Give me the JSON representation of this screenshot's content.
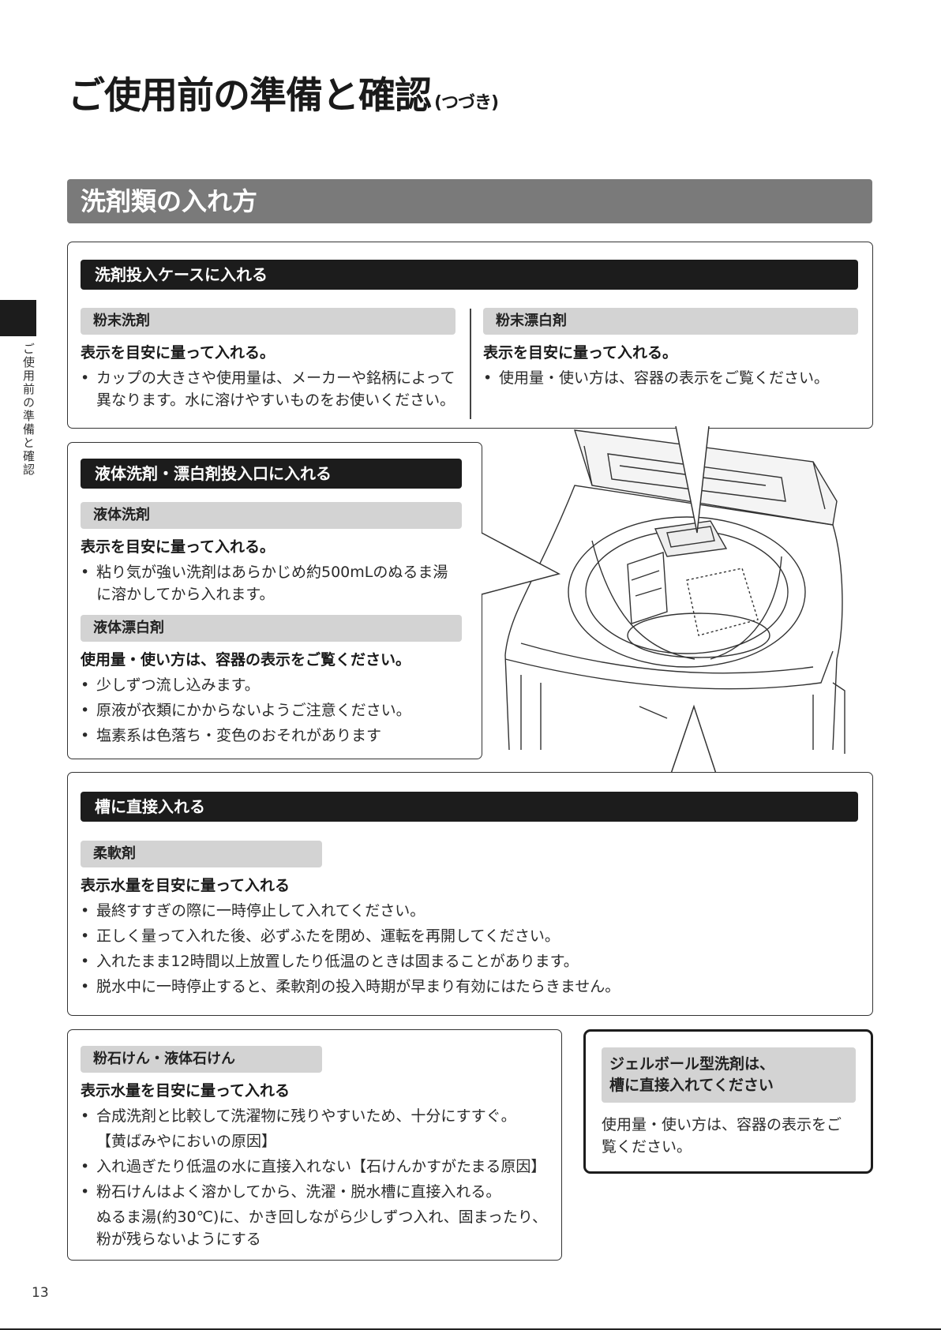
{
  "page": {
    "title": "ご使用前の準備と確認",
    "title_suffix": "(つづき)",
    "section": "洗剤類の入れ方",
    "side_label": "ご使用前の準備と確認",
    "page_number": "13"
  },
  "case_box": {
    "header": "洗剤投入ケースに入れる",
    "powder_detergent": {
      "label": "粉末洗剤",
      "lead": "表示を目安に量って入れる。",
      "bullets": [
        "カップの大きさや使用量は、メーカーや銘柄によって異なります。水に溶けやすいものをお使いください。"
      ]
    },
    "powder_bleach": {
      "label": "粉末漂白剤",
      "lead": "表示を目安に量って入れる。",
      "bullets": [
        "使用量・使い方は、容器の表示をご覧ください。"
      ]
    }
  },
  "liquid_box": {
    "header": "液体洗剤・漂白剤投入口に入れる",
    "liquid_detergent": {
      "label": "液体洗剤",
      "lead": "表示を目安に量って入れる。",
      "bullets": [
        "粘り気が強い洗剤はあらかじめ約500mLのぬるま湯に溶かしてから入れます。"
      ]
    },
    "liquid_bleach": {
      "label": "液体漂白剤",
      "lead": "使用量・使い方は、容器の表示をご覧ください。",
      "bullets": [
        "少しずつ流し込みます。",
        "原液が衣類にかからないようご注意ください。",
        "塩素系は色落ち・変色のおそれがあります"
      ]
    }
  },
  "tub_box": {
    "header": "槽に直接入れる",
    "softener": {
      "label": "柔軟剤",
      "lead": "表示水量を目安に量って入れる",
      "bullets": [
        "最終すすぎの際に一時停止して入れてください。",
        "正しく量って入れた後、必ずふたを閉め、運転を再開してください。",
        "入れたまま12時間以上放置したり低温のときは固まることがあります。",
        "脱水中に一時停止すると、柔軟剤の投入時期が早まり有効にはたらきません。"
      ]
    }
  },
  "soap_box": {
    "label": "粉石けん・液体石けん",
    "lead": "表示水量を目安に量って入れる",
    "bullet1": "合成洗剤と比較して洗濯物に残りやすいため、十分にすすぐ。",
    "bullet1_cont": "【黄ばみやにおいの原因】",
    "bullet2": "入れ過ぎたり低温の水に直接入れない【石けんかすがたまる原因】",
    "bullet3": "粉石けんはよく溶かしてから、洗濯・脱水槽に直接入れる。",
    "bullet3_cont": "ぬるま湯(約30℃)に、かき回しながら少しずつ入れ、固まったり、粉が残らないようにする"
  },
  "gel_box": {
    "title_line1": "ジェルボール型洗剤は、",
    "title_line2": "槽に直接入れてください",
    "body": "使用量・使い方は、容器の表示をご覧ください。"
  }
}
